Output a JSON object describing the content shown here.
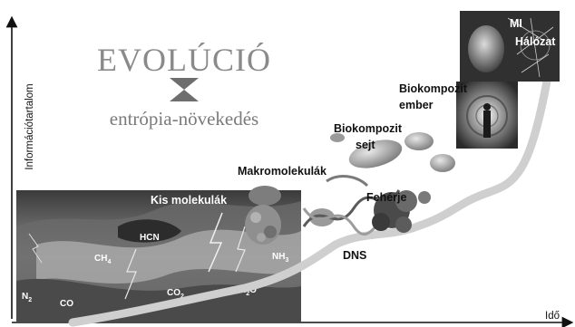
{
  "title": "EVOLÚCIÓ",
  "subtitle": "entrópia-növekedés",
  "axes": {
    "y_label": "Információtartalom",
    "x_label": "Idő"
  },
  "stage_labels": {
    "small_molecules": "Kis molekulák",
    "macromolecules": "Makromolekulák",
    "biocomposite_cell_line1": "Biokompozit",
    "biocomposite_cell_line2": "sejt",
    "biocomposite_human_line1": "Biokompozit",
    "biocomposite_human_line2": "ember",
    "protein": "Fehérje",
    "dna": "DNS",
    "ai": "MI",
    "network": "Hálózat"
  },
  "molecules": {
    "hcn": "HCN",
    "ch4": "CH",
    "ch4_sub": "4",
    "nh3": "NH",
    "nh3_sub": "3",
    "n2": "N",
    "n2_sub": "2",
    "co": "CO",
    "co2": "CO",
    "co2_sub": "2",
    "h2o": "H",
    "h2o_sub": "2",
    "h2o_tail": "O"
  }
}
